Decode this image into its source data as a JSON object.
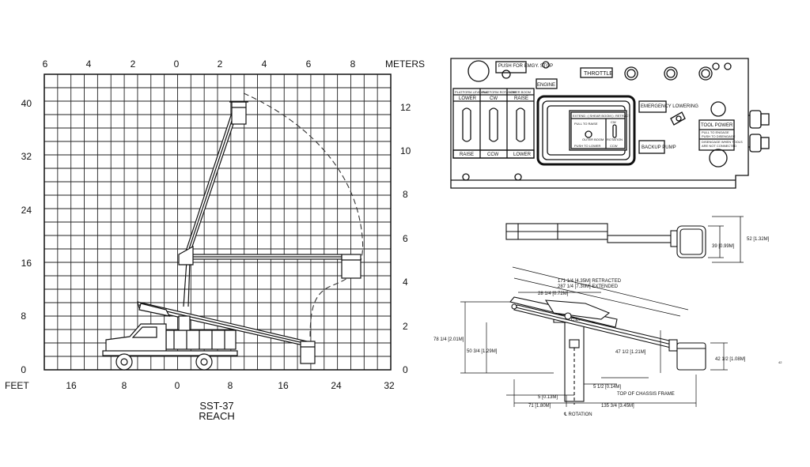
{
  "reach_chart": {
    "unit_top": "METERS",
    "unit_left": "FEET",
    "meters_top": [
      "6",
      "4",
      "2",
      "0",
      "2",
      "4",
      "6",
      "8"
    ],
    "feet_bottom": [
      "16",
      "8",
      "0",
      "8",
      "16",
      "24",
      "32"
    ],
    "feet_left": [
      "40",
      "32",
      "24",
      "16",
      "8",
      "0"
    ],
    "meters_right": [
      "12",
      "10",
      "8",
      "6",
      "4",
      "2",
      "0"
    ],
    "model": "SST-37",
    "caption": "REACH"
  },
  "control_panel": {
    "estop": "PUSH FOR EMGY. STOP",
    "engine": "ENGINE",
    "throttle": "THROTTLE",
    "lever_top": [
      "PLATFORM LEVELING",
      "PLATFORM ROTATION",
      "LOWER BOOM"
    ],
    "lever_upper": [
      "LOWER",
      "CW",
      "RAISE"
    ],
    "lever_lower": [
      "RAISE",
      "CCW",
      "LOWER"
    ],
    "boom_switch": "EXTEND ◁ SHEAR BOOM ▷ RETRACT",
    "pull_raise": "PULL TO RAISE",
    "outer_boom": "OUTER BOOM",
    "push_lower": "PUSH TO LOWER",
    "rot_cw": "CW",
    "rot_label": "ROTATION",
    "rot_ccw": "CCW",
    "emerg": "EMERGENCY LOWERING",
    "backup": "BACKUP PUMP",
    "tool_power": "TOOL POWER",
    "tool_line1": "PULL TO ENGAGE",
    "tool_line2": "PUSH TO DISENGAGE",
    "tool_line3": "DISENGAGE WHEN TOOLS",
    "tool_line4": "ARE NOT CONNECTED"
  },
  "side_view": {
    "dim_retracted": "171 1/4 [4.35M] RETRACTED",
    "dim_extended": "287 1/4 [7.30M] EXTENDED",
    "dim_28": "28 1/4 [0.72M]",
    "dim_78": "78 1/4 [2.01M]",
    "dim_50": "50 3/4 [1.29M]",
    "dim_47": "47 1/2 [1.21M]",
    "dim_42": "42 1/2 [1.08M]",
    "dim_5": "5 [0.13M]",
    "dim_51": "5 1/2 [0.14M]",
    "chassis": "TOP OF CHASSIS FRAME",
    "dim_71": "71 [1.80M]",
    "dim_135": "135 3/4 [3.45M]",
    "rotation": "℄ ROTATION",
    "cl": "C.L."
  },
  "top_view": {
    "dim_52": "52 [1.32M]",
    "dim_39": "39 [0.99M]"
  },
  "page_mark": "42"
}
